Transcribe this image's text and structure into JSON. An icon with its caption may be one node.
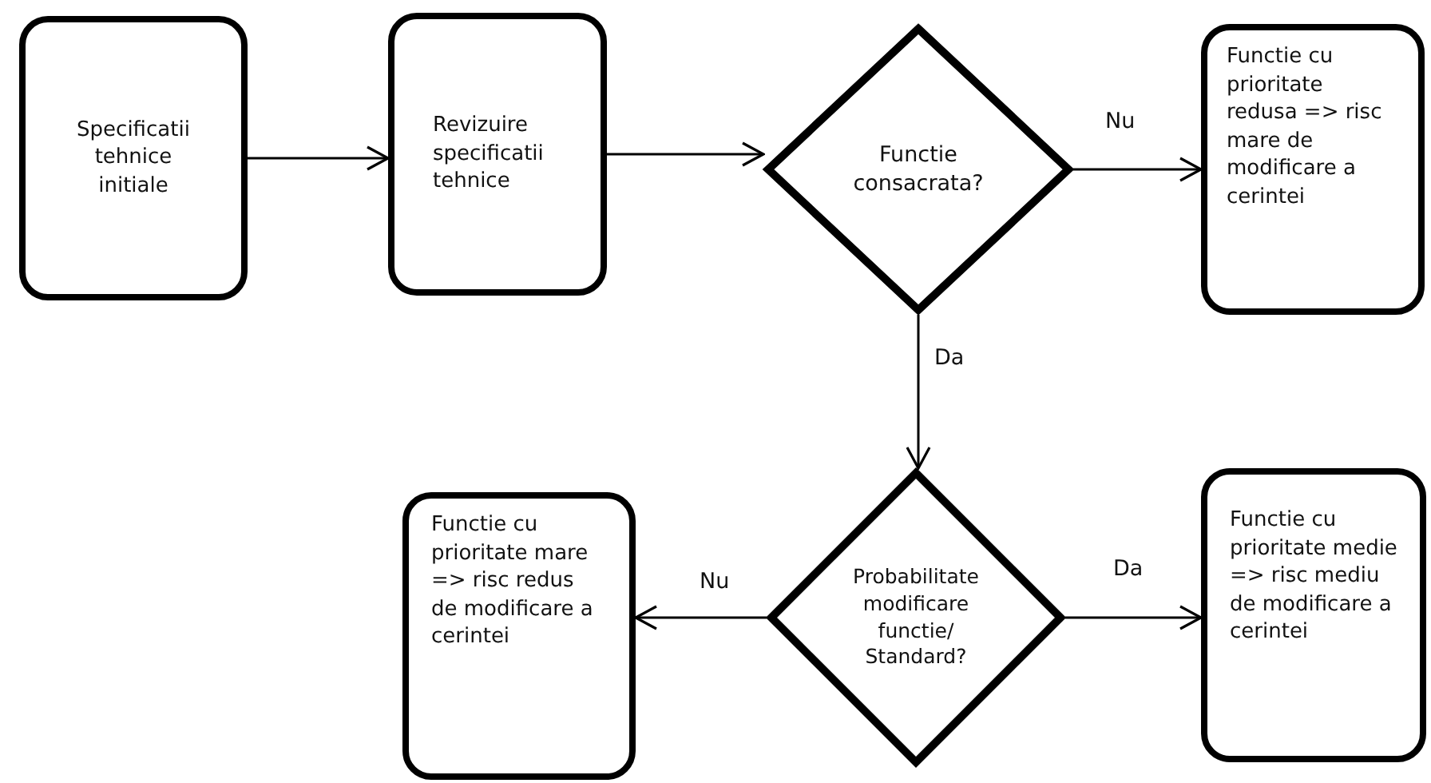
{
  "diagram": {
    "nodes": [
      {
        "text": [
          "Specificatii tehnice initiale"
        ]
      },
      {
        "text": [
          "Revizuire specificatii tehnice"
        ]
      },
      {
        "text": [
          "Functie consacrata?"
        ]
      },
      {
        "text": [
          "Functie cu prioritate redusa => risc mare de modificare a cerintei"
        ]
      },
      {
        "text": [
          "Functie cu prioritate mare => risc redus de modificare a cerintei"
        ]
      },
      {
        "text": [
          "Probabilitate modificare functie/ Standard?"
        ]
      },
      {
        "text": [
          "Functie cu prioritate medie => risc mediu de modificare a cerintei"
        ]
      }
    ],
    "edges": [
      {
        "from": 0,
        "to": 1,
        "arrow": "to"
      },
      {
        "from": 1,
        "to": 2,
        "arrow": "to"
      },
      {
        "from": 2,
        "to": 3,
        "arrow": "to",
        "label": "Nu"
      },
      {
        "from": 2,
        "to": 5,
        "arrow": "to",
        "label": "Da"
      },
      {
        "from": 5,
        "to": 4,
        "arrow": "to",
        "label": "Nu"
      },
      {
        "from": 5,
        "to": 6,
        "arrow": "to",
        "label": "Da"
      }
    ]
  }
}
